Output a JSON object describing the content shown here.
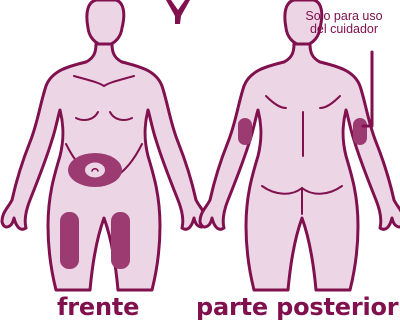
{
  "callout": {
    "line1": "Solo para uso",
    "line2": "del cuidador"
  },
  "labels": {
    "front": "frente",
    "back": "parte posterior"
  },
  "colors": {
    "body_fill": "#ecd6e6",
    "outline": "#80114e",
    "injection_site": "#9c3b72",
    "label_text": "#80114e"
  }
}
